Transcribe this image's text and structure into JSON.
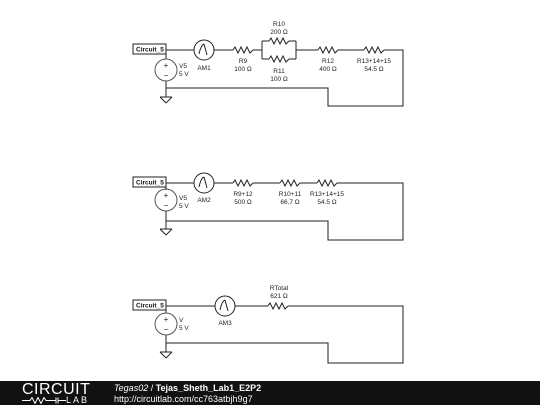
{
  "circuits": [
    {
      "tag": "Circuit_5",
      "source": {
        "name": "V5",
        "value": "5 V"
      },
      "ammeter": "AM1",
      "resistors": [
        {
          "name": "R9",
          "value": "100 Ω"
        },
        {
          "name": "R10",
          "value": "200 Ω"
        },
        {
          "name": "R11",
          "value": "100 Ω"
        },
        {
          "name": "R12",
          "value": "400 Ω"
        },
        {
          "name": "R13+14+15",
          "value": "54.5 Ω"
        }
      ]
    },
    {
      "tag": "Circuit_5",
      "source": {
        "name": "V5",
        "value": "5 V"
      },
      "ammeter": "AM2",
      "resistors": [
        {
          "name": "R9+12",
          "value": "500 Ω"
        },
        {
          "name": "R10+11",
          "value": "66.7 Ω"
        },
        {
          "name": "R13+14+15",
          "value": "54.5 Ω"
        }
      ]
    },
    {
      "tag": "Circuit_5",
      "source": {
        "name": "V",
        "value": "5 V"
      },
      "ammeter": "AM3",
      "resistors": [
        {
          "name": "RTotal",
          "value": "621 Ω"
        }
      ]
    }
  ],
  "footer": {
    "logo_top": "CIRCUIT",
    "logo_bottom": "LAB",
    "author": "Tegas02",
    "separator": " / ",
    "project": "Tejas_Sheth_Lab1_E2P2",
    "url": "http://circuitlab.com/cc763atbjh9g7"
  },
  "colors": {
    "wire": "#222222",
    "footer_bg": "#111111",
    "source_circle": "#555555"
  }
}
